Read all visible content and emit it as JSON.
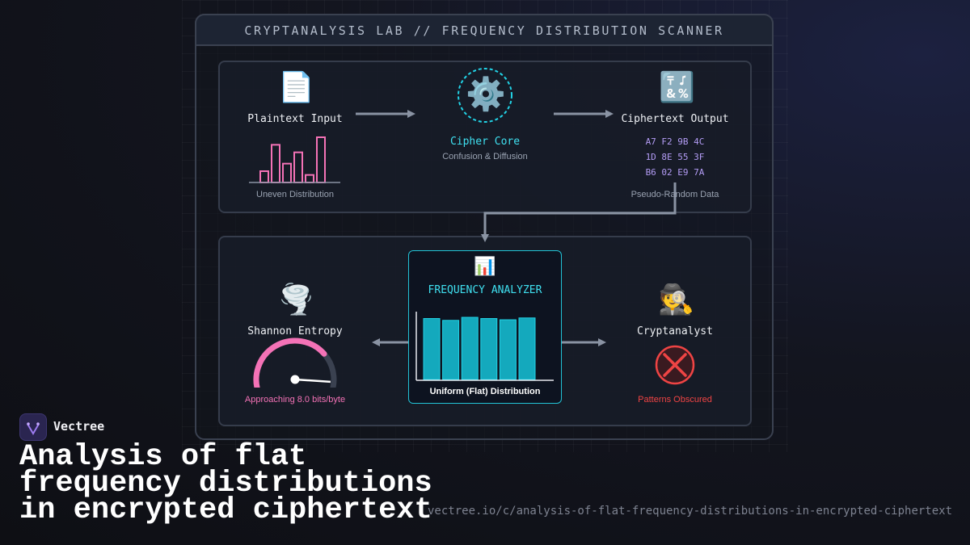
{
  "header": {
    "title": "CRYPTANALYSIS LAB // FREQUENCY DISTRIBUTION SCANNER"
  },
  "pipeline": {
    "plaintext": {
      "icon": "document-icon",
      "icon_glyph": "📄",
      "label": "Plaintext Input",
      "caption": "Uneven Distribution"
    },
    "cipher": {
      "icon": "gear-icon",
      "icon_glyph": "⚙️",
      "label": "Cipher Core",
      "caption": "Confusion & Diffusion"
    },
    "ciphertext": {
      "icon": "symbols-icon",
      "icon_glyph": "🔣",
      "label": "Ciphertext Output",
      "hex_lines": [
        "A7 F2 9B 4C",
        "1D 8E 55 3F",
        "B6 02 E9 7A"
      ],
      "caption": "Pseudo-Random Data"
    }
  },
  "analysis": {
    "entropy": {
      "icon": "tornado-icon",
      "icon_glyph": "🌪️",
      "label": "Shannon Entropy",
      "caption": "Approaching 8.0 bits/byte",
      "gauge_fraction": 0.92
    },
    "analyzer": {
      "icon": "bar-chart-icon",
      "icon_glyph": "📊",
      "title": "FREQUENCY ANALYZER",
      "caption": "Uniform (Flat) Distribution"
    },
    "cryptanalyst": {
      "icon": "detective-icon",
      "icon_glyph": "🕵️",
      "label": "Cryptanalyst",
      "caption": "Patterns Obscured"
    }
  },
  "chart_data": [
    {
      "type": "bar",
      "values": [
        3,
        10,
        5,
        8,
        2,
        12
      ]
    },
    {
      "type": "bar",
      "values": [
        10,
        9.7,
        10.2,
        10,
        9.8,
        10.1
      ]
    }
  ],
  "colors": {
    "accent_cyan": "#22d3e6",
    "accent_pink": "#f472b6",
    "accent_purple": "#b39cf5",
    "danger_red": "#ef4444"
  },
  "brand": {
    "name": "Vectree"
  },
  "headline": {
    "lines": [
      "Analysis of flat",
      "frequency distributions",
      "in encrypted ciphertext"
    ]
  },
  "url": "vectree.io/c/analysis-of-flat-frequency-distributions-in-encrypted-ciphertext"
}
